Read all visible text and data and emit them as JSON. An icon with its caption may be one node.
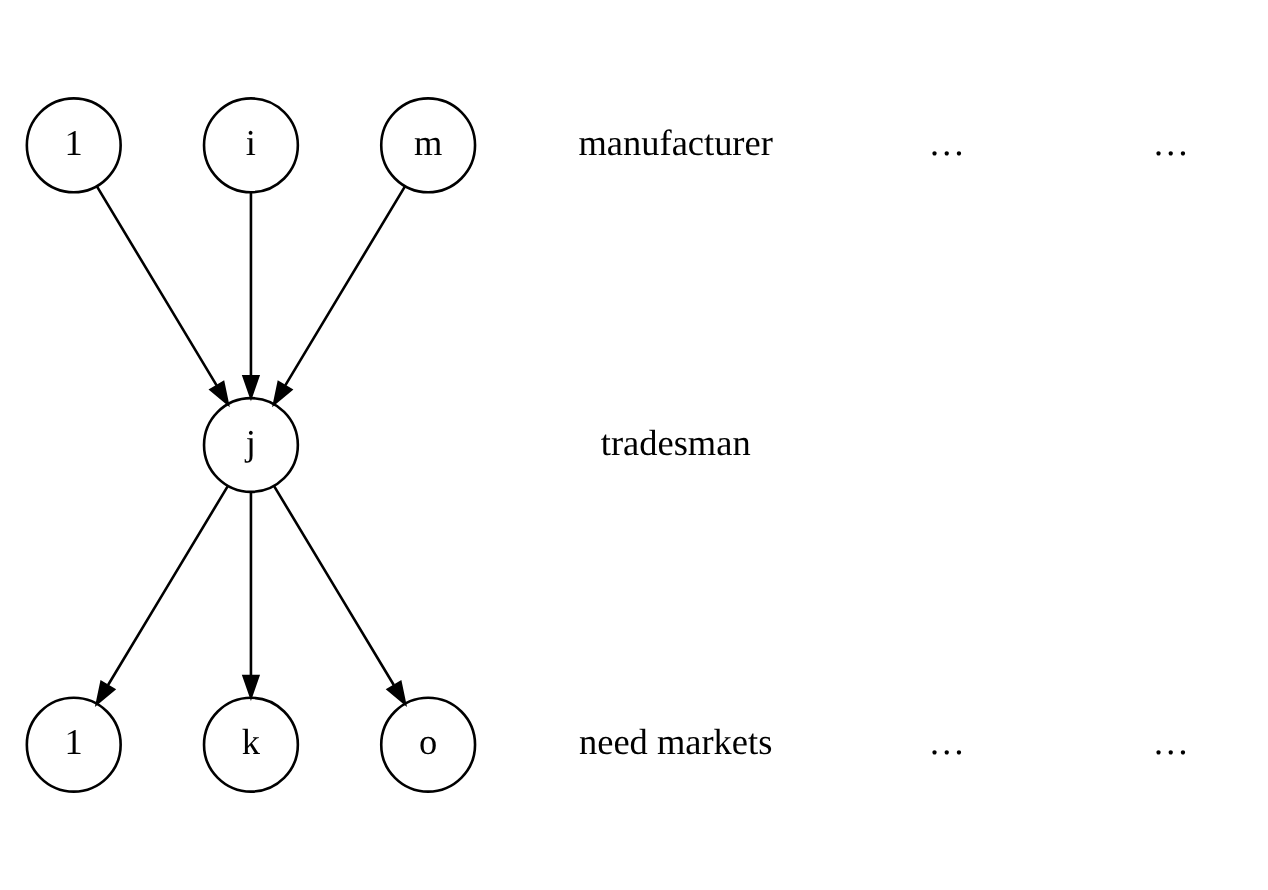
{
  "diagram": {
    "nodes": [
      {
        "text": [
          "1"
        ]
      },
      {
        "text": [
          "i"
        ]
      },
      {
        "text": [
          "m"
        ]
      },
      {
        "text": [
          "j"
        ]
      },
      {
        "text": [
          "1"
        ]
      },
      {
        "text": [
          "k"
        ]
      },
      {
        "text": [
          "o"
        ]
      }
    ],
    "edges": [
      {
        "from": 0,
        "to": 3,
        "arrow": "to"
      },
      {
        "from": 1,
        "to": 3,
        "arrow": "to"
      },
      {
        "from": 2,
        "to": 3,
        "arrow": "to"
      },
      {
        "from": 3,
        "to": 4,
        "arrow": "to"
      },
      {
        "from": 3,
        "to": 5,
        "arrow": "to"
      },
      {
        "from": 3,
        "to": 6,
        "arrow": "to"
      }
    ],
    "labels": [
      "manufacturer",
      "…",
      "…",
      "tradesman",
      "need markets",
      "…",
      "…"
    ]
  }
}
